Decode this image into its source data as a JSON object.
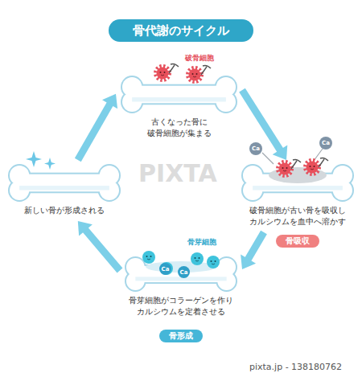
{
  "diagram": {
    "title": "骨代謝のサイクル",
    "nodes": [
      {
        "text": [
          "破骨細胞",
          "古くなった骨に 破骨細胞が集まる"
        ]
      },
      {
        "text": [
          "破骨細胞が古い骨を吸収し カルシウムを血中へ溶かす"
        ]
      },
      {
        "text": [
          "骨吸収"
        ]
      },
      {
        "text": [
          "骨芽細胞",
          "骨芽細胞がコラーゲンを作り カルシウムを定着させる"
        ]
      },
      {
        "text": [
          "骨形成"
        ]
      },
      {
        "text": [
          "新しい骨が形成される"
        ]
      },
      {
        "text": [
          "Ca"
        ]
      },
      {
        "text": [
          "Ca"
        ]
      },
      {
        "text": [
          "Ca"
        ]
      },
      {
        "text": [
          "Ca"
        ]
      }
    ],
    "edges": [
      {
        "from": 0,
        "to": 1,
        "arrow": "to"
      },
      {
        "from": 1,
        "to": 3,
        "arrow": "to"
      },
      {
        "from": 3,
        "to": 5,
        "arrow": "to"
      },
      {
        "from": 5,
        "to": 0,
        "arrow": "to"
      }
    ],
    "labels": [
      "PIXTA",
      "pixta.jp - 138180762"
    ]
  }
}
